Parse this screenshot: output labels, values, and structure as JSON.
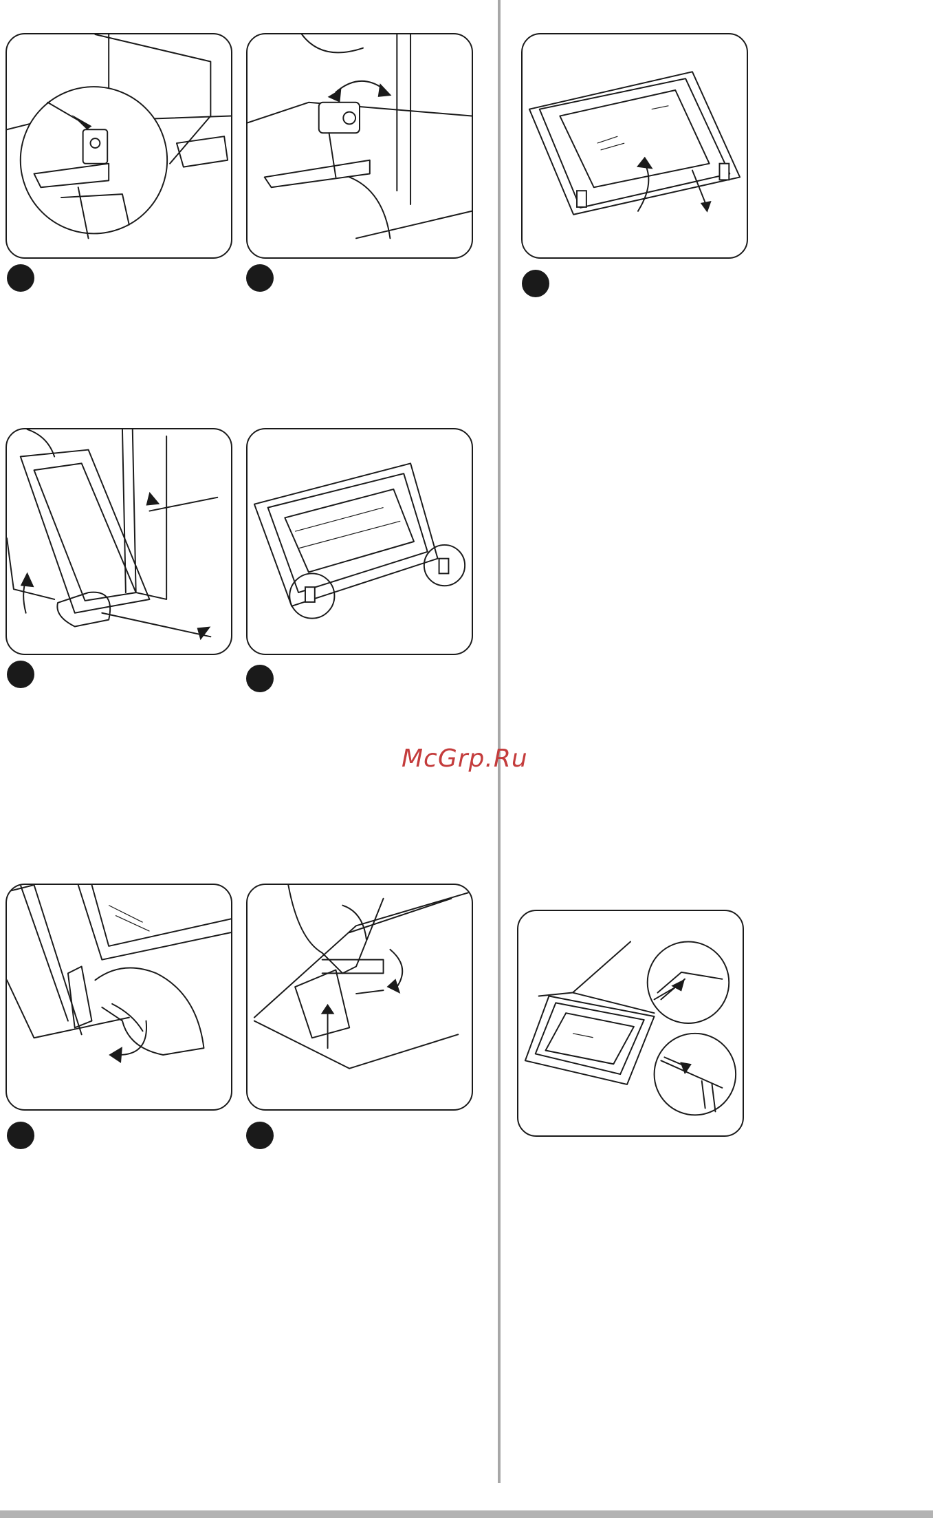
{
  "watermark": {
    "text": "McGrp.Ru",
    "color": "#c43c3c"
  },
  "colors": {
    "line": "#1a1a1a",
    "divider": "#a7a7a7",
    "background": "#ffffff"
  },
  "panels": [
    {
      "id": 1,
      "depicts": "hinge-lock-detail"
    },
    {
      "id": 2,
      "depicts": "hinge-lever-rotate"
    },
    {
      "id": 3,
      "depicts": "door-lift-off"
    },
    {
      "id": 4,
      "depicts": "door-glass-fasteners"
    },
    {
      "id": 5,
      "depicts": "release-clip"
    },
    {
      "id": 6,
      "depicts": "push-clip-up"
    },
    {
      "id": 7,
      "depicts": "remove-glass-panel"
    },
    {
      "id": 8,
      "depicts": "refit-glass-panel"
    }
  ]
}
